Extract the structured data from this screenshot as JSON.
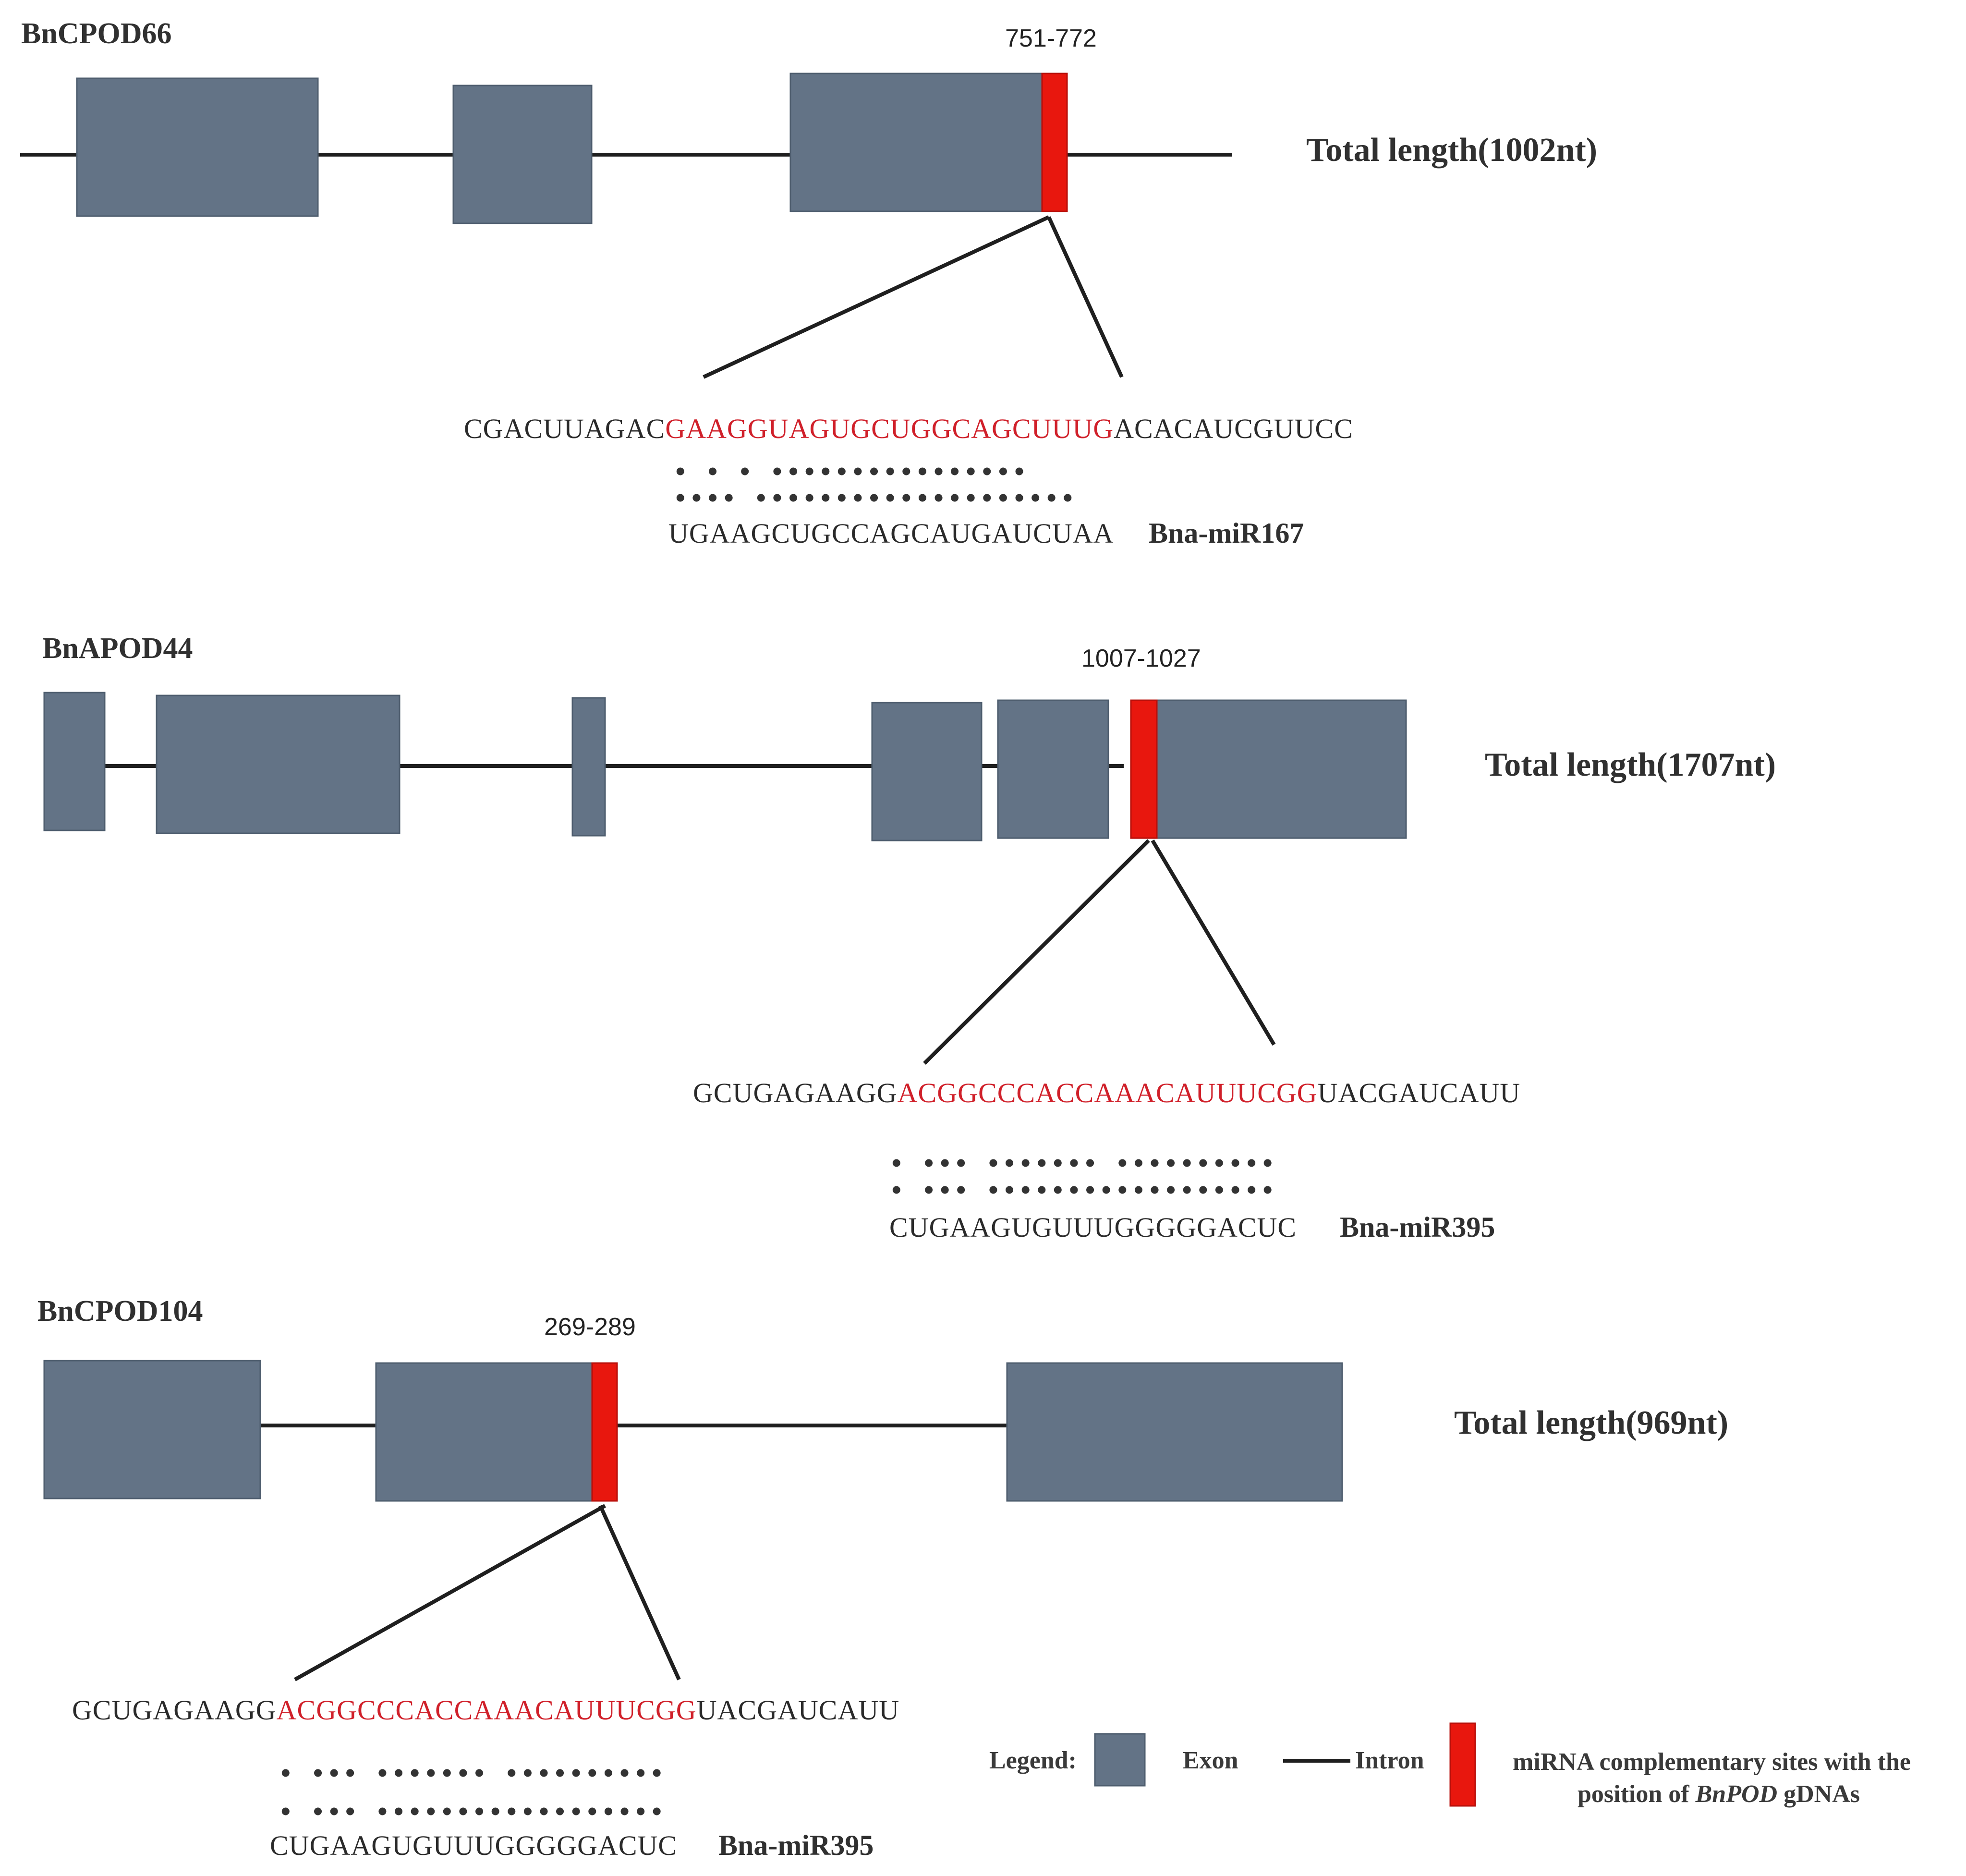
{
  "colors": {
    "exon": "#637386",
    "site": "#e8170e",
    "intron": "#1f1f1f",
    "highlight": "#d0202a"
  },
  "genes": [
    {
      "name": "BnCPOD66",
      "position": "751-772",
      "total": "Total length(1002nt)",
      "seq_pre": "CGACUUAGAC",
      "seq_hl": "GAAGGUAGUGCUGGCAGCUUUG",
      "seq_post": "ACACAUCGUUCC",
      "pair_row1": "• •  • ••••••••••••••••",
      "pair_row2": "••••  ••••••••••••••••••••",
      "mirna_seq": "UGAAGCUGCCAGCAUGAUCUAA",
      "mirna_name": "Bna-miR167"
    },
    {
      "name": "BnAPOD44",
      "position": "1007-1027",
      "total": "Total length(1707nt)",
      "seq_pre": "GCUGAGAAGG",
      "seq_hl": "ACGGCCCACCAAACAUUUCGG",
      "seq_post": "UACGAUCAUU",
      "pair_row1": "•  •••  •••••••  ••••••••••",
      "pair_row2": "•  •••  ••••••••••••••••••",
      "mirna_seq": "CUGAAGUGUUUGGGGGACUC",
      "mirna_name": "Bna-miR395"
    },
    {
      "name": "BnCPOD104",
      "position": "269-289",
      "total": "Total length(969nt)",
      "seq_pre": "GCUGAGAAGG",
      "seq_hl": "ACGGCCCACCAAACAUUUCGG",
      "seq_post": "UACGAUCAUU",
      "pair_row1": "•  •••  •••••••  ••••••••••",
      "pair_row2": "•  •••  ••••••••••••••••••",
      "mirna_seq": "CUGAAGUGUUUGGGGGACUC",
      "mirna_name": "Bna-miR395"
    }
  ],
  "legend": {
    "title": "Legend:",
    "exon": "Exon",
    "intron": "Intron",
    "site_line1": "miRNA complementary sites with the",
    "site_line2_pre": "position of ",
    "site_line2_ital": "BnPOD",
    "site_line2_post": " gDNAs"
  }
}
